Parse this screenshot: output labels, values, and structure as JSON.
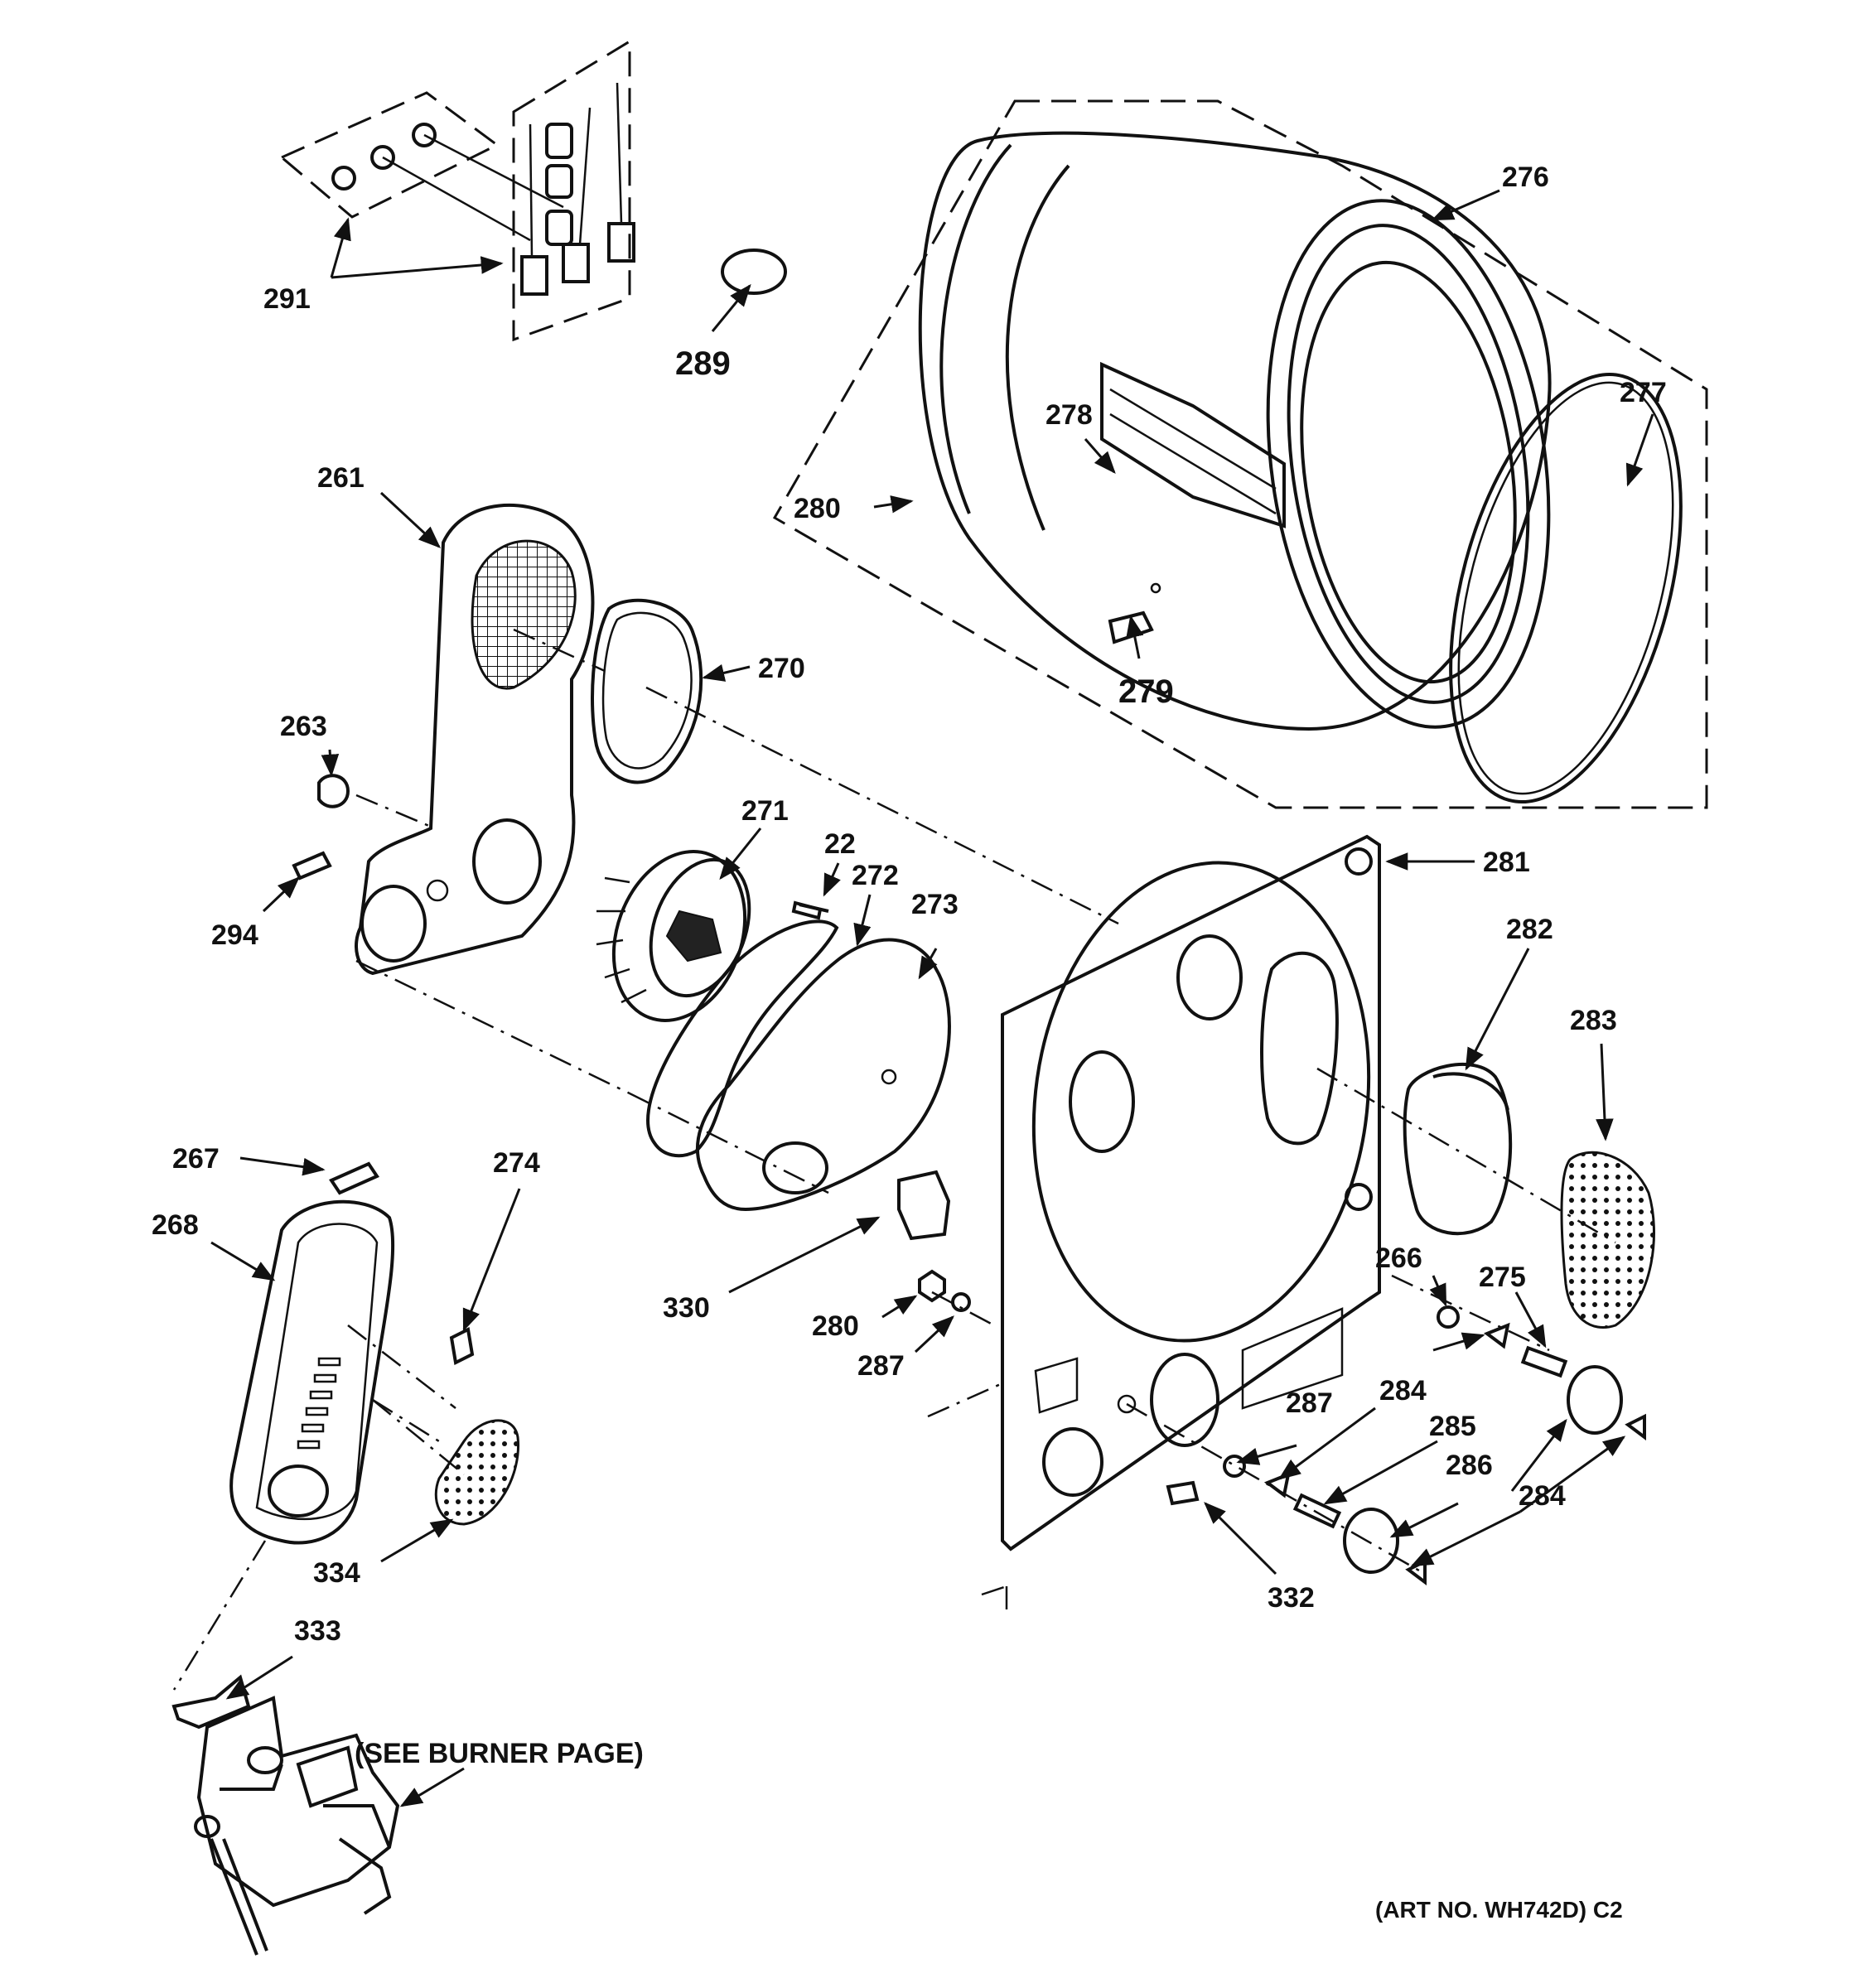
{
  "diagram": {
    "callouts": {
      "c261": "261",
      "c263": "263",
      "c294": "294",
      "c291": "291",
      "c289": "289",
      "c276": "276",
      "c277": "277",
      "c278": "278",
      "c280a": "280",
      "c279": "279",
      "c270": "270",
      "c271": "271",
      "c22": "22",
      "c272": "272",
      "c273": "273",
      "c281": "281",
      "c282": "282",
      "c283": "283",
      "c267": "267",
      "c268": "268",
      "c274": "274",
      "c330": "330",
      "c280b": "280",
      "c287a": "287",
      "c266": "266",
      "c275": "275",
      "c287b": "287",
      "c284a": "284",
      "c285": "285",
      "c286": "286",
      "c284b": "284",
      "c332": "332",
      "c334": "334",
      "c333": "333"
    },
    "see_burner_note": "(SEE BURNER PAGE)",
    "art_number": "(ART NO. WH742D) C2"
  }
}
